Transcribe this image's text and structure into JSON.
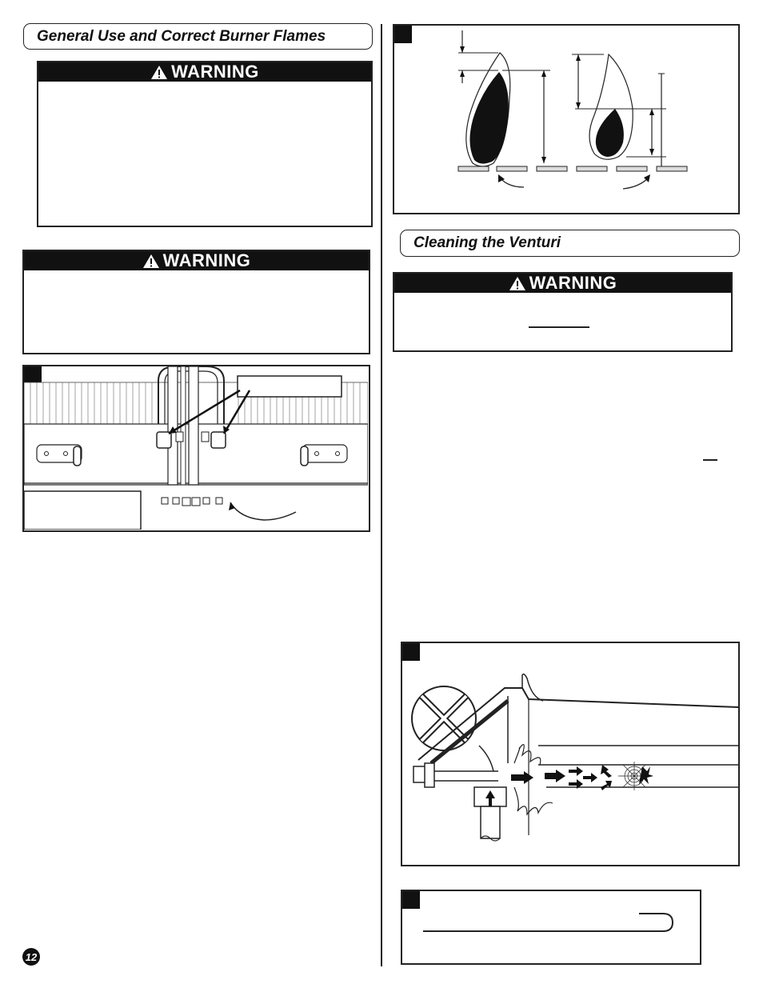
{
  "left": {
    "section_general": "General Use and Correct Burner Flames",
    "warning_1": "WARNING",
    "warning_2": "WARNING"
  },
  "right": {
    "section_venturi": "Cleaning the Venturi",
    "warning_3": "WARNING"
  },
  "page_number": "12",
  "colors": {
    "ink": "#111111",
    "paper": "#ffffff"
  }
}
